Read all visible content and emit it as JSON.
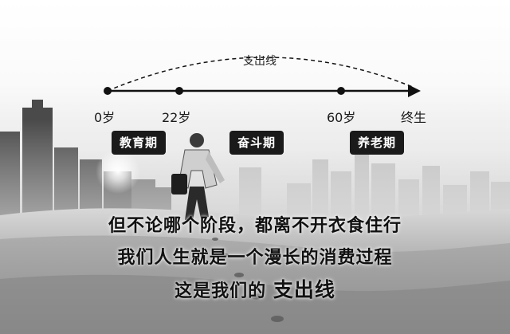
{
  "timeline": {
    "arc_label": "支出线",
    "ticks": [
      "0岁",
      "22岁",
      "60岁",
      "终生"
    ],
    "phases": [
      "教育期",
      "奋斗期",
      "养老期"
    ]
  },
  "caption": {
    "line1": "但不论哪个阶段，都离不开衣食住行",
    "line2": "我们人生就是一个漫长的消费过程",
    "line3_prefix": "这是我们的 ",
    "line3_highlight": "支出线"
  },
  "colors": {
    "line": "#111111",
    "badge_bg": "#1a1a1a",
    "badge_text": "#ffffff"
  }
}
